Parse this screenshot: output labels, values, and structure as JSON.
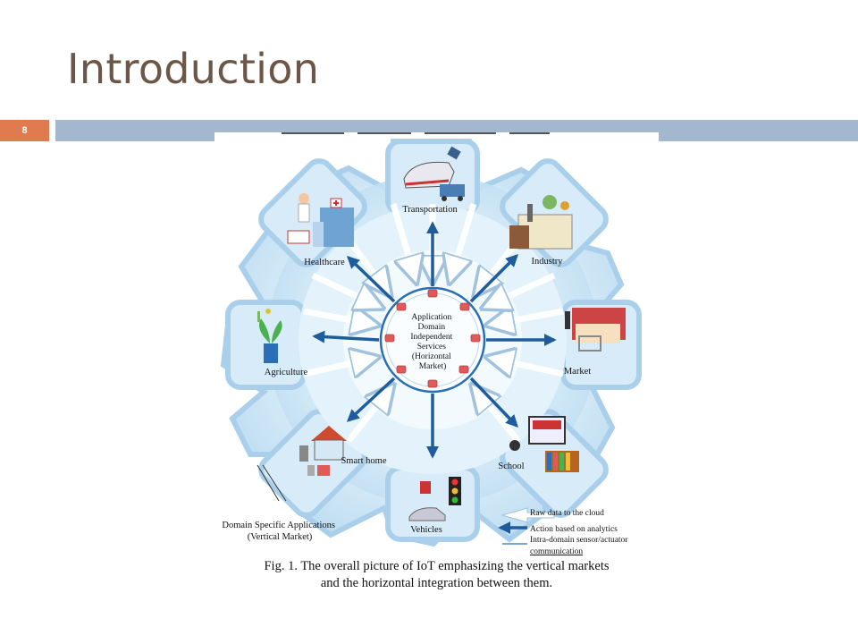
{
  "slide": {
    "title": "Introduction",
    "page_number": "8"
  },
  "figure": {
    "center_label": [
      "Application",
      "Domain",
      "Independent",
      "Services",
      "(Horizontal",
      "Market)"
    ],
    "domains": {
      "transportation": "Transportation",
      "industry": "Industry",
      "market": "Market",
      "school": "School",
      "vehicles": "Vehicles",
      "smart_home": "Smart home",
      "agriculture": "Agriculture",
      "healthcare": "Healthcare"
    },
    "domain_specific_label": [
      "Domain Specific Applications",
      "(Vertical Market)"
    ],
    "legend": {
      "raw_data": "Raw data to the cloud",
      "action": "Action based on analytics",
      "intra_domain": [
        "Intra-domain sensor/actuator",
        "communication"
      ]
    },
    "caption": [
      "Fig. 1. The overall picture of IoT emphasizing the vertical markets",
      "and the horizontal integration between them."
    ],
    "colors": {
      "gear_fill": "#d9eef9",
      "gear_edge": "#b8d8ef",
      "arrow": "#1f5c9c",
      "node": "#e05a5a",
      "ring": "#2a6fb5"
    }
  }
}
